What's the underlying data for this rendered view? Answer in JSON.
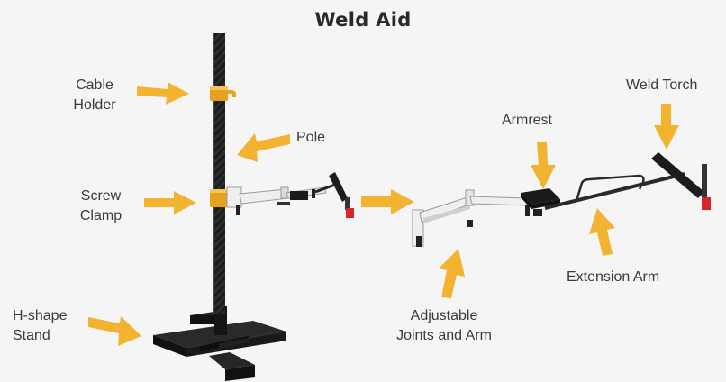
{
  "title": "Weld Aid",
  "labels": {
    "cable_holder": [
      "Cable",
      "Holder"
    ],
    "pole": "Pole",
    "screw_clamp": [
      "Screw",
      "Clamp"
    ],
    "h_stand": [
      "H-shape",
      "Stand"
    ],
    "armrest": "Armrest",
    "weld_torch": "Weld Torch",
    "extension_arm": "Extension Arm",
    "adjustable_joints": [
      "Adjustable",
      "Joints and Arm"
    ]
  },
  "colors": {
    "arrow": "#f2b430",
    "pole": "#1a1a1a",
    "brass": "#e6a21f",
    "arm_white": "#ececec",
    "arm_outline": "#9a9a9a",
    "red_tip": "#d8242b"
  }
}
